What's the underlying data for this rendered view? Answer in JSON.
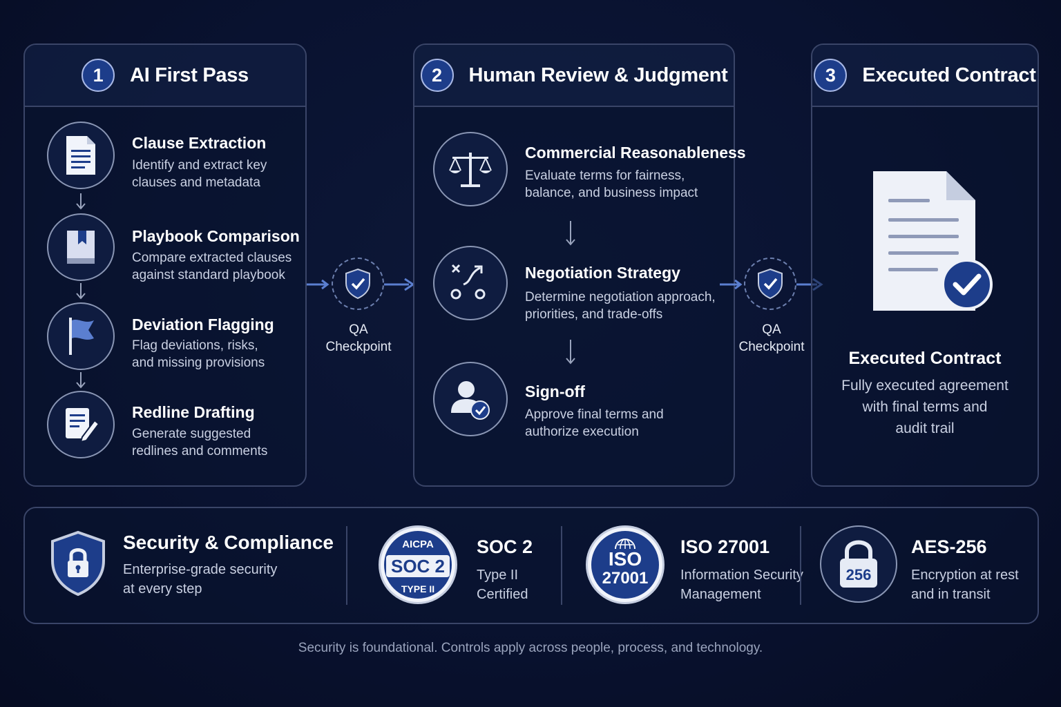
{
  "stage1": {
    "number": "1",
    "title": "AI First Pass",
    "steps": [
      {
        "title": "Clause Extraction",
        "desc": [
          "Identify and extract key",
          "clauses and metadata"
        ],
        "icon": "document-icon"
      },
      {
        "title": "Playbook Comparison",
        "desc": [
          "Compare extracted clauses",
          "against standard playbook"
        ],
        "icon": "book-icon"
      },
      {
        "title": "Deviation Flagging",
        "desc": [
          "Flag deviations, risks,",
          "and missing provisions"
        ],
        "icon": "flag-icon"
      },
      {
        "title": "Redline Drafting",
        "desc": [
          "Generate suggested",
          "redlines and comments"
        ],
        "icon": "edit-document-icon"
      }
    ]
  },
  "stage2": {
    "number": "2",
    "title": "Human Review & Judgment",
    "steps": [
      {
        "title": "Commercial Reasonableness",
        "desc": [
          "Evaluate terms for fairness,",
          "balance, and business impact"
        ],
        "icon": "scales-icon"
      },
      {
        "title": "Negotiation Strategy",
        "desc": [
          "Determine negotiation approach,",
          "priorities, and trade-offs"
        ],
        "icon": "strategy-play-icon"
      },
      {
        "title": "Sign-off",
        "desc": [
          "Approve final terms and",
          "authorize execution"
        ],
        "icon": "user-check-icon"
      }
    ]
  },
  "stage3": {
    "number": "3",
    "title": "Executed Contract",
    "result_title": "Executed Contract",
    "result_desc": [
      "Fully executed agreement",
      "with final terms and",
      "audit trail"
    ],
    "icon": "signed-document-icon"
  },
  "checkpoints": [
    {
      "label": [
        "QA",
        "Checkpoint"
      ],
      "icon": "shield-check-icon"
    },
    {
      "label": [
        "QA",
        "Checkpoint"
      ],
      "icon": "shield-check-icon"
    }
  ],
  "security": {
    "title": "Security & Compliance",
    "subtitle": [
      "Enterprise-grade security",
      "at every step"
    ],
    "items": [
      {
        "badge_top": "AICPA",
        "badge_main": "SOC 2",
        "badge_bottom": "TYPE II",
        "title": "SOC 2",
        "desc": [
          "Type II",
          "Certified"
        ]
      },
      {
        "badge_main": "ISO",
        "badge_bottom": "27001",
        "title": "ISO 27001",
        "desc": [
          "Information Security",
          "Management"
        ]
      },
      {
        "badge_main": "256",
        "title": "AES-256",
        "desc": [
          "Encryption at rest",
          "and in transit"
        ]
      }
    ]
  },
  "footer": "Security is foundational. Controls apply across people, process, and technology.",
  "colors": {
    "background": "#091230",
    "accent": "#1d3d8a",
    "arrow": "#5b7fd0",
    "border": "#3a4568"
  }
}
